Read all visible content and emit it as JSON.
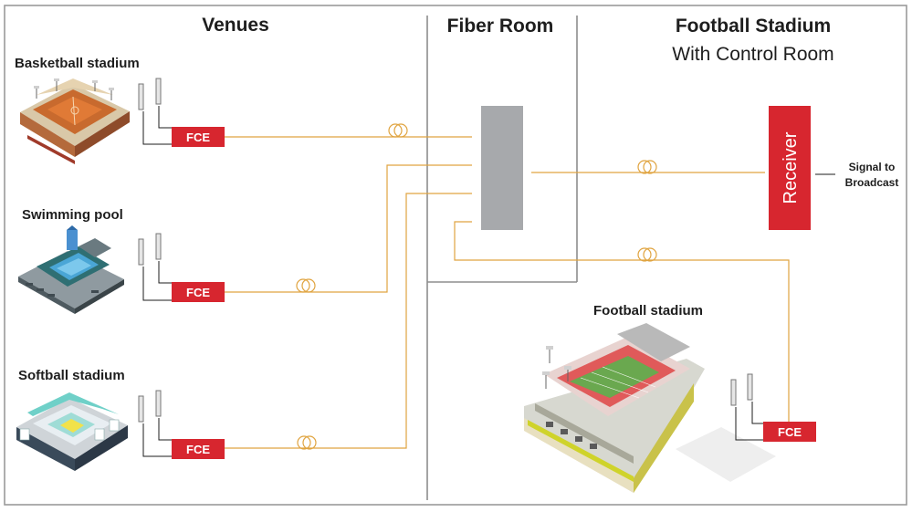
{
  "headings": {
    "venues": "Venues",
    "fiber_room": "Fiber Room",
    "football_stadium": "Football Stadium",
    "control_room": "With Control Room"
  },
  "venues": [
    {
      "label": "Basketball stadium",
      "fce_label": "FCE",
      "icon": "basketball-stadium-icon"
    },
    {
      "label": "Swimming pool",
      "fce_label": "FCE",
      "icon": "swimming-pool-icon"
    },
    {
      "label": "Softball stadium",
      "fce_label": "FCE",
      "icon": "softball-stadium-icon"
    }
  ],
  "football": {
    "label": "Football stadium",
    "fce_label": "FCE",
    "icon": "football-stadium-icon"
  },
  "receiver": {
    "label": "Receiver",
    "output_line1": "Signal to",
    "output_line2": "Broadcast"
  },
  "colors": {
    "fce_red": "#d7262f",
    "fiber_orange": "#e0a440",
    "patch_panel_gray": "#a7a9ac",
    "frame_gray": "#9a9a9a"
  }
}
